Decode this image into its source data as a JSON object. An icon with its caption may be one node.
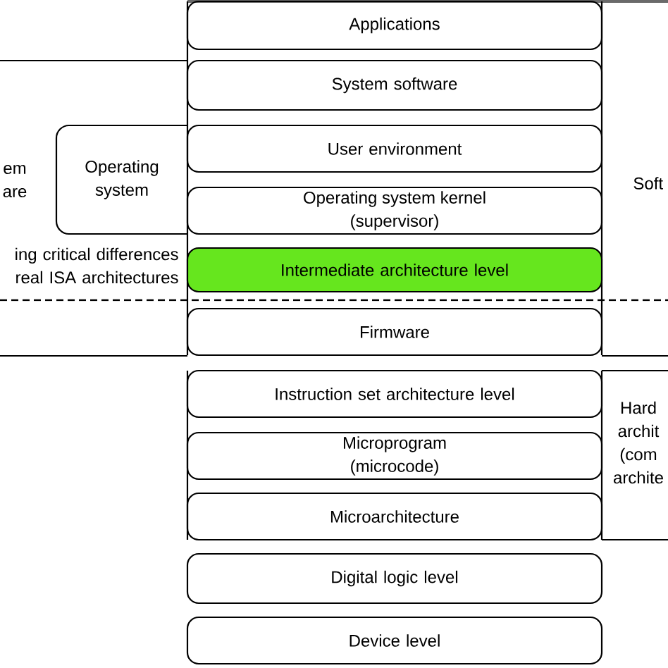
{
  "diagram": {
    "nodes": [
      {
        "text": [
          "Applications"
        ]
      },
      {
        "text": [
          "System software"
        ]
      },
      {
        "text": [
          "Operating system"
        ]
      },
      {
        "text": [
          "User environment"
        ]
      },
      {
        "text": [
          "Operating system kernel (supervisor)"
        ]
      },
      {
        "text": [
          "Intermediate architecture level"
        ]
      },
      {
        "text": [
          "Firmware"
        ]
      },
      {
        "text": [
          "Instruction set architecture level"
        ]
      },
      {
        "text": [
          "Microprogram (microcode)"
        ]
      },
      {
        "text": [
          "Microarchitecture"
        ]
      },
      {
        "text": [
          "Digital logic level"
        ]
      },
      {
        "text": [
          "Device level"
        ]
      }
    ],
    "labels": [
      "em are",
      "ing critical differences real ISA architectures",
      "Soft",
      "Hard archit (com archite"
    ]
  }
}
